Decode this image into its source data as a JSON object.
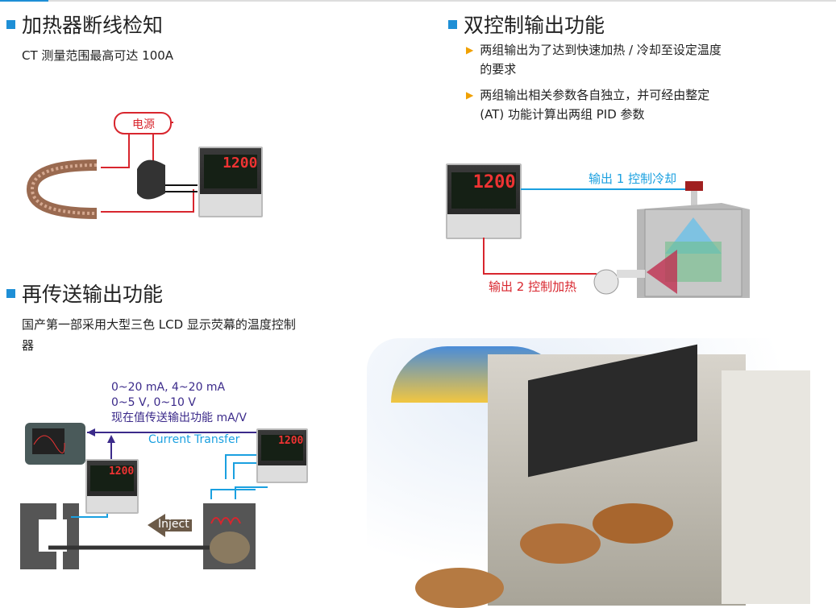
{
  "sections": {
    "ct": {
      "title": "加热器断线检知",
      "desc": "CT 测量范围最高可达 100A",
      "power_label": "电源"
    },
    "dual": {
      "title": "双控制输出功能",
      "bullets": [
        "两组输出为了达到快速加热 / 冷却至设定温度的要求",
        "两组输出相关参数各自独立，并可经由整定 (AT) 功能计算出两组 PID 参数"
      ],
      "out1": "输出 1 控制冷却",
      "out2": "输出 2 控制加热",
      "display_value": "1200"
    },
    "retrans": {
      "title": "再传送输出功能",
      "desc": "国产第一部采用大型三色 LCD 显示荧幕的温度控制器",
      "signal_lines": [
        "0~20 mA, 4~20 mA",
        "0~5 V, 0~10 V",
        "现在值传送输出功能 mA/V"
      ],
      "current_transfer": "Current Transfer",
      "inject": "Inject"
    }
  },
  "colors": {
    "accent": "#1e8fd6",
    "red": "#d8262e",
    "blue": "#1aa0e0",
    "purple": "#3b2a8a"
  }
}
